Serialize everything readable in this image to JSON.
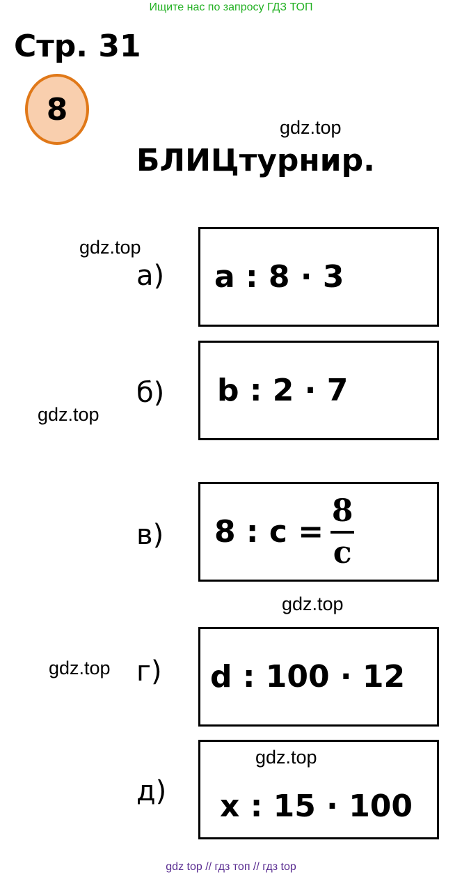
{
  "top_note": "Ищите нас по запросу ГДЗ ТОП",
  "page_title": "Стр. 31",
  "task_number": "8",
  "heading": "БЛИЦтурнир.",
  "watermark": "gdz.top",
  "items": [
    {
      "label": "а)",
      "expression": "a : 8 · 3"
    },
    {
      "label": "б)",
      "expression": "b : 2 · 7"
    },
    {
      "label": "в)",
      "expression": "8 : c =",
      "fraction": {
        "numerator": "8",
        "denominator": "c"
      }
    },
    {
      "label": "г)",
      "expression": "d : 100 · 12"
    },
    {
      "label": "д)",
      "expression": "x : 15 · 100"
    }
  ],
  "footer": "gdz top  //  гдз топ  //  гдз top",
  "colors": {
    "badge_fill": "#f9cfae",
    "badge_border": "#e07818",
    "top_note": "#22b022",
    "footer": "#5a2d91"
  }
}
